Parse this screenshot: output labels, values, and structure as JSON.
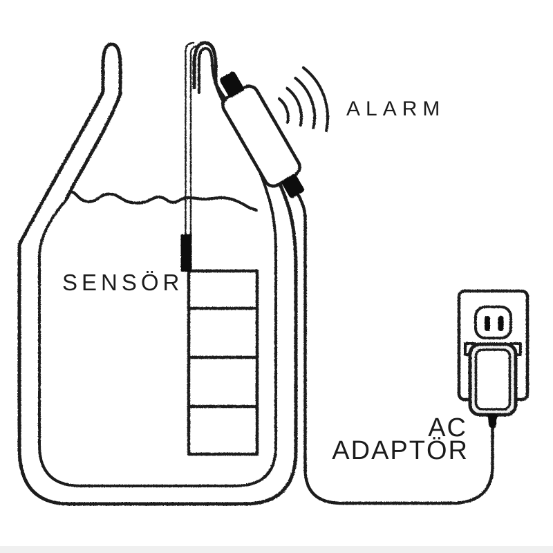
{
  "meta": {
    "type": "line-art diagram",
    "description": "Water level sensor alarm system: tank with sensor probe, wireless alarm unit mounted on tank handle, power cable to AC adaptor plugged into wall outlet"
  },
  "colors": {
    "background": "#ffffff",
    "ink": "#1b1b1b",
    "footer_bar": "#f0f0f0",
    "adaptor_ring_fill": "#f2f2f2",
    "fill_white": "#ffffff",
    "solid_black": "#111111"
  },
  "labels": {
    "alarm": "ALARM",
    "sensor": "SENSÖR",
    "ac_adaptor_line1": "AC",
    "ac_adaptor_line2": "ADAPTÖR"
  },
  "components": [
    "water-tank",
    "tank-handles",
    "water-level-line",
    "sensor-rod",
    "sensor-tip",
    "level-scale",
    "alarm-unit",
    "signal-waves",
    "power-cable",
    "wall-outlet",
    "outlet-socket",
    "ac-adaptor"
  ]
}
